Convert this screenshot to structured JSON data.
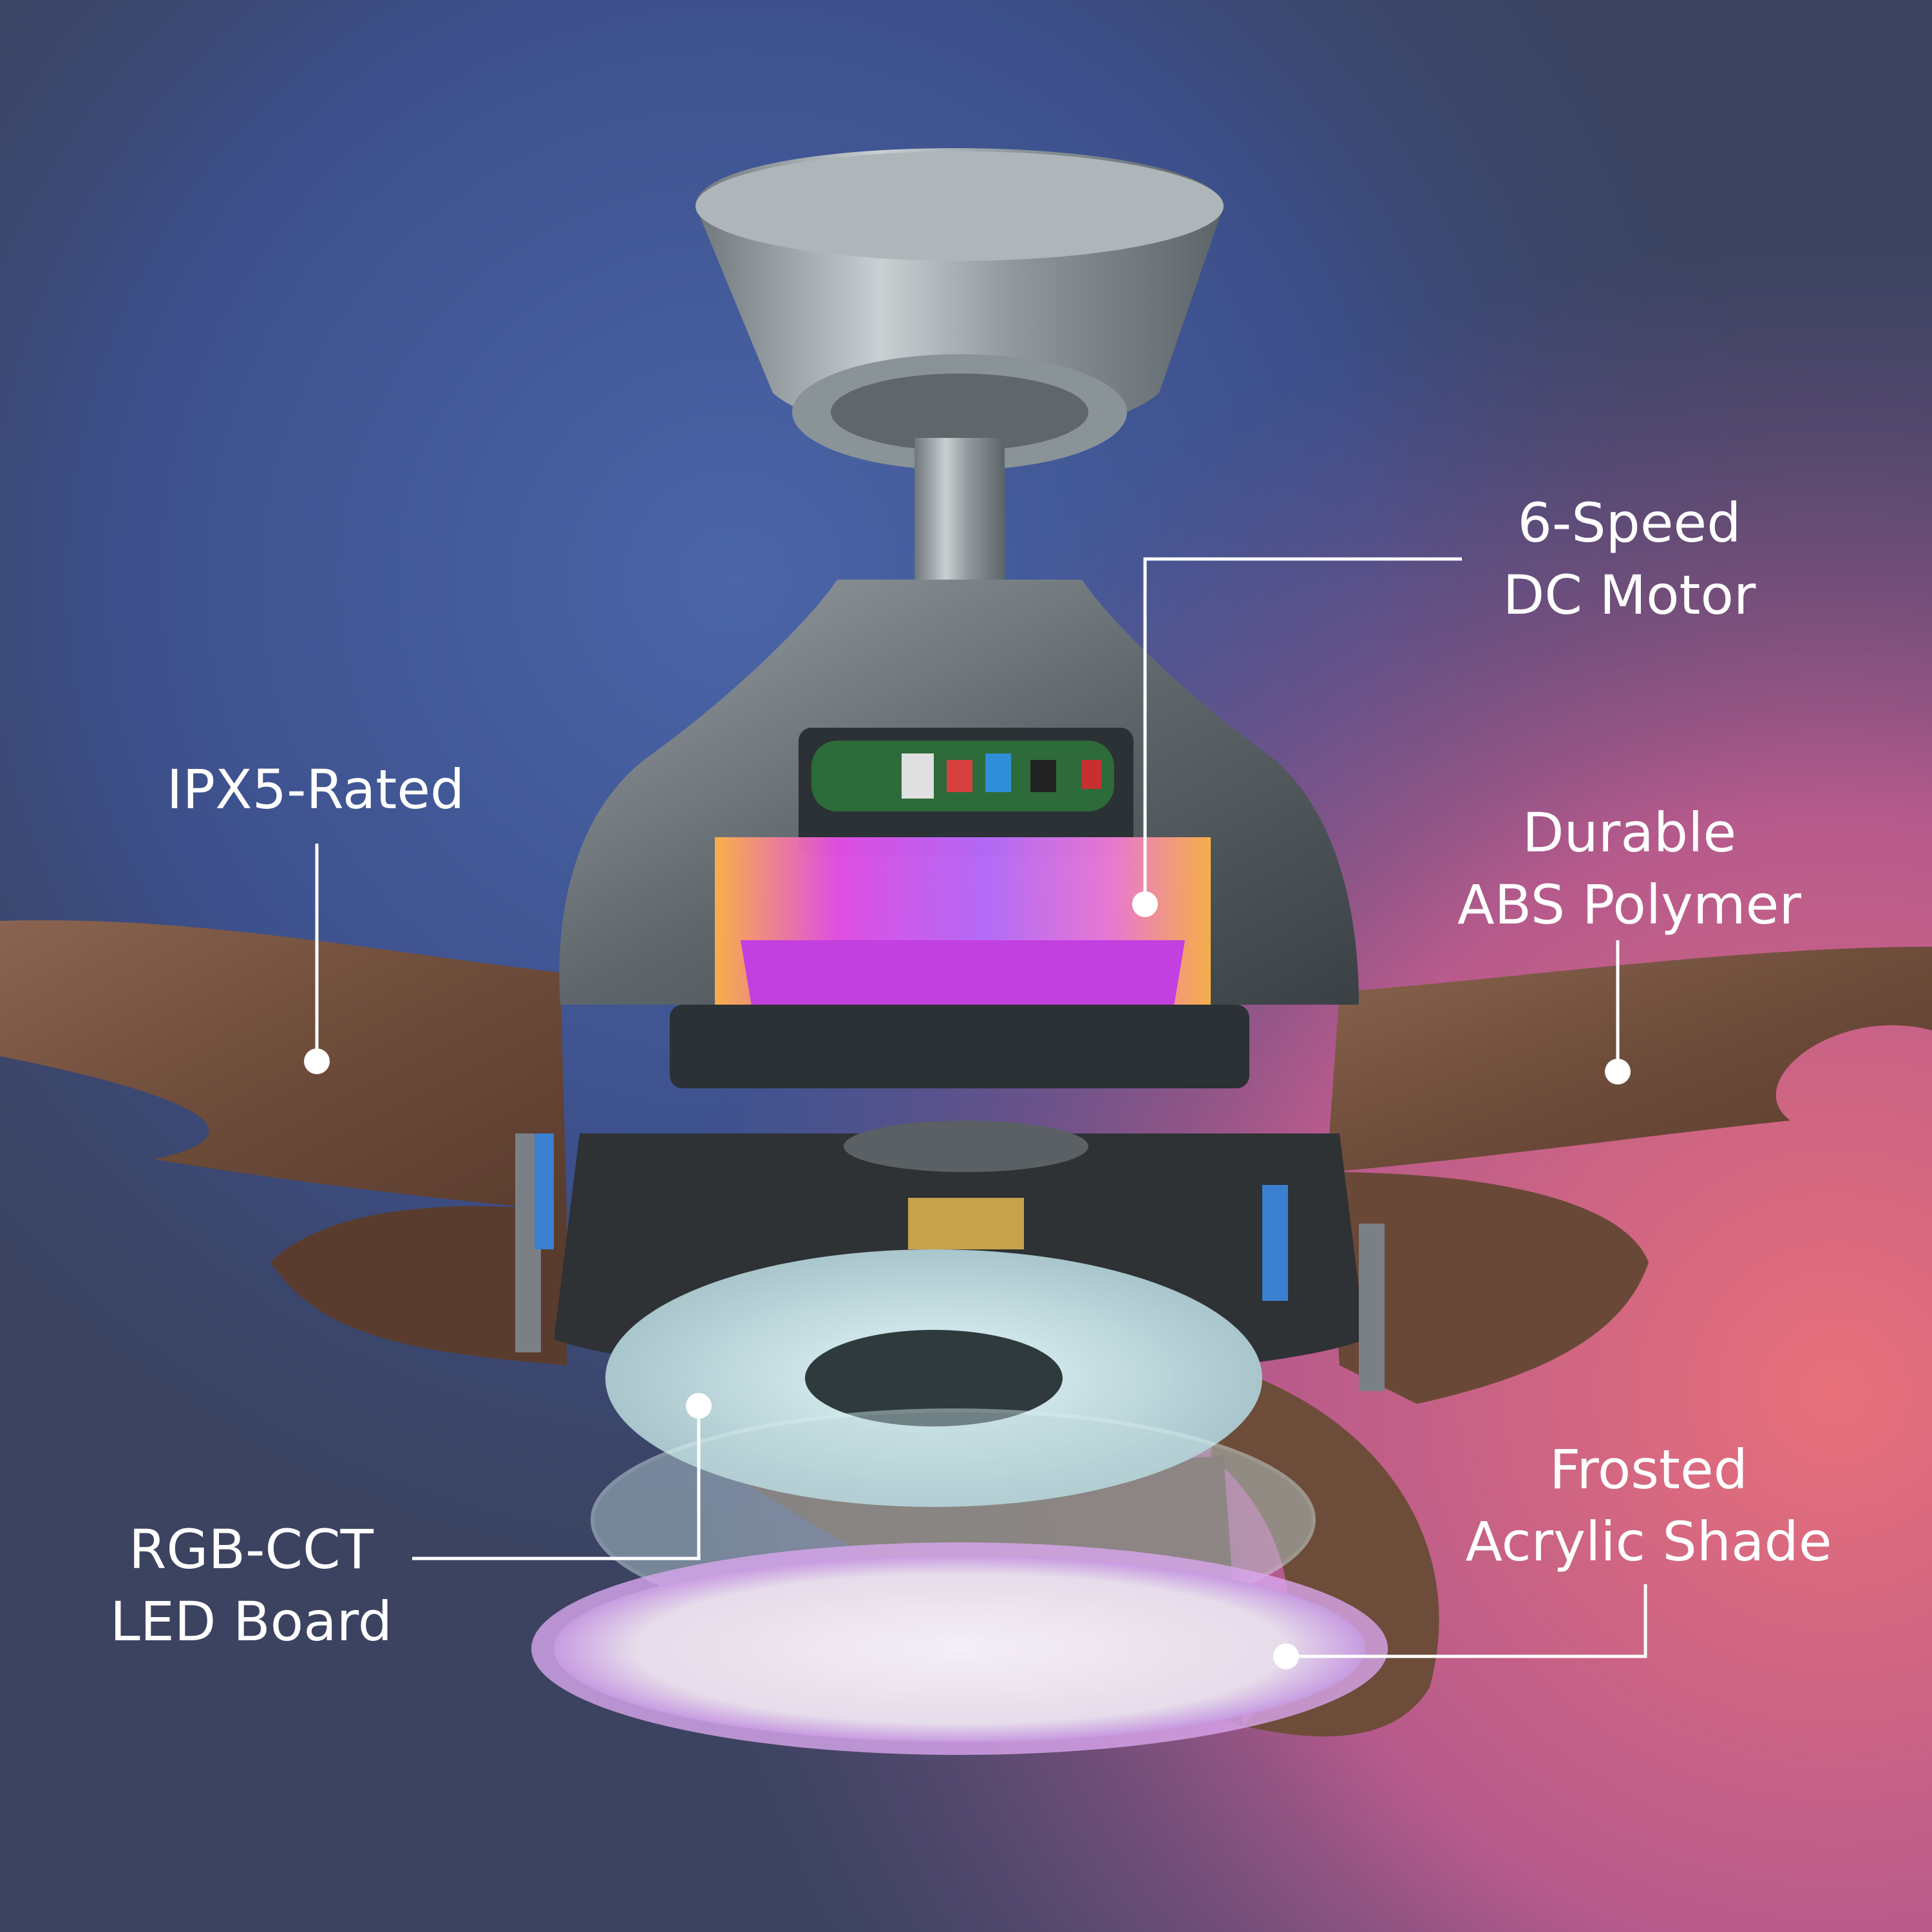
{
  "callouts": {
    "motor": {
      "line1": "6-Speed",
      "line2": "DC Motor"
    },
    "ipx": {
      "line1": "IPX5-Rated"
    },
    "abs": {
      "line1": "Durable",
      "line2": "ABS Polymer"
    },
    "led": {
      "line1": "RGB-CCT",
      "line2": "LED Board"
    },
    "shade": {
      "line1": "Frosted",
      "line2": "Acrylic Shade"
    }
  },
  "colors": {
    "bg_blue": "#3d5a9c",
    "bg_pink": "#e06a7a",
    "wood": "#7a5540",
    "metal": "#9aa3a8",
    "coil_magenta": "#e64de8",
    "coil_orange": "#ffb347",
    "leader": "#ffffff"
  }
}
